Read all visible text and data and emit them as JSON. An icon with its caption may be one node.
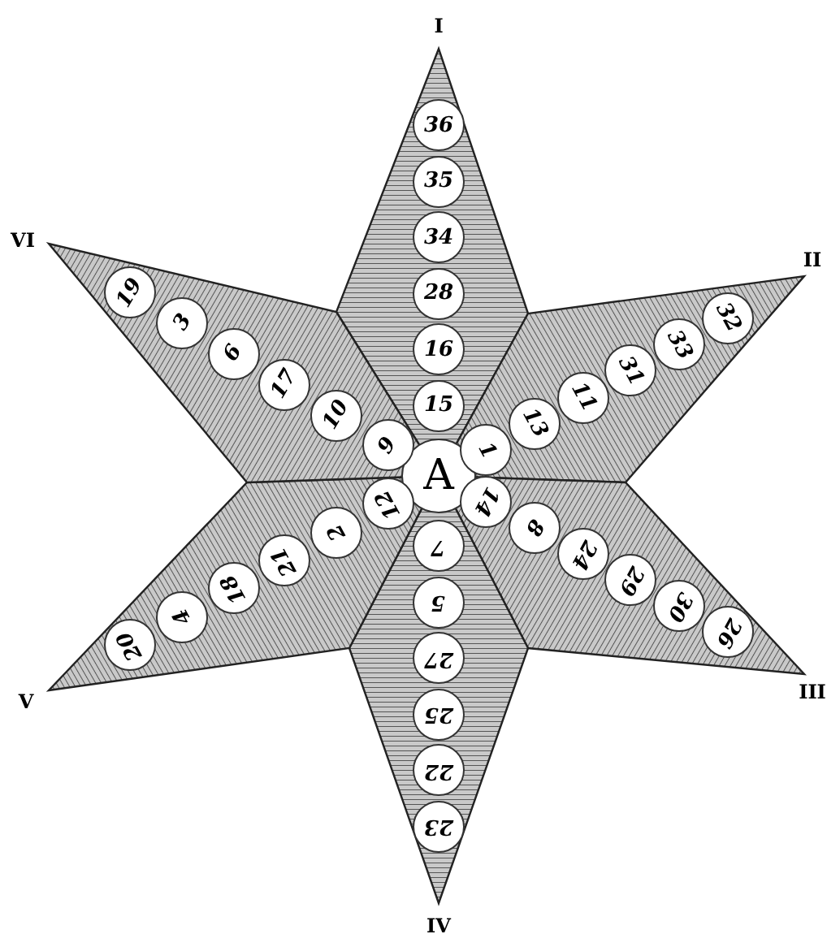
{
  "diagram": {
    "nodes": [
      {
        "text": [
          "A"
        ]
      },
      {
        "text": [
          "15"
        ]
      },
      {
        "text": [
          "16"
        ]
      },
      {
        "text": [
          "28"
        ]
      },
      {
        "text": [
          "34"
        ]
      },
      {
        "text": [
          "35"
        ]
      },
      {
        "text": [
          "36"
        ]
      },
      {
        "text": [
          "1"
        ]
      },
      {
        "text": [
          "13"
        ]
      },
      {
        "text": [
          "11"
        ]
      },
      {
        "text": [
          "31"
        ]
      },
      {
        "text": [
          "33"
        ]
      },
      {
        "text": [
          "32"
        ]
      },
      {
        "text": [
          "14"
        ]
      },
      {
        "text": [
          "8"
        ]
      },
      {
        "text": [
          "24"
        ]
      },
      {
        "text": [
          "29"
        ]
      },
      {
        "text": [
          "30"
        ]
      },
      {
        "text": [
          "26"
        ]
      },
      {
        "text": [
          "7"
        ]
      },
      {
        "text": [
          "5"
        ]
      },
      {
        "text": [
          "27"
        ]
      },
      {
        "text": [
          "25"
        ]
      },
      {
        "text": [
          "22"
        ]
      },
      {
        "text": [
          "23"
        ]
      },
      {
        "text": [
          "12"
        ]
      },
      {
        "text": [
          "2"
        ]
      },
      {
        "text": [
          "21"
        ]
      },
      {
        "text": [
          "18"
        ]
      },
      {
        "text": [
          "4"
        ]
      },
      {
        "text": [
          "20"
        ]
      },
      {
        "text": [
          "9"
        ]
      },
      {
        "text": [
          "10"
        ]
      },
      {
        "text": [
          "17"
        ]
      },
      {
        "text": [
          "6"
        ]
      },
      {
        "text": [
          "3"
        ]
      },
      {
        "text": [
          "19"
        ]
      }
    ],
    "labels": [
      "I",
      "II",
      "III",
      "IV",
      "V",
      "VI"
    ]
  }
}
